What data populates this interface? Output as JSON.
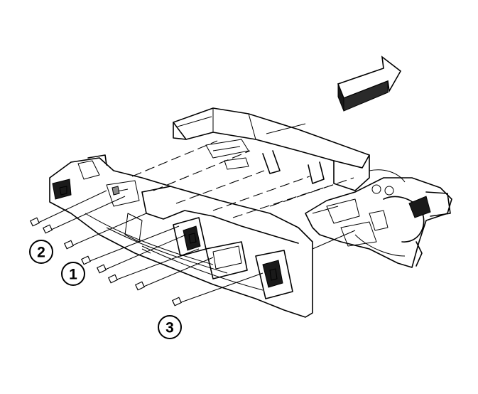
{
  "callouts": [
    {
      "id": "2",
      "label": "2"
    },
    {
      "id": "1",
      "label": "1"
    },
    {
      "id": "3",
      "label": "3"
    }
  ],
  "colors": {
    "line": "#000000",
    "background": "#ffffff",
    "arrow_fill": "#2a2a2a"
  },
  "icons": {
    "direction": "forward-arrow-icon"
  }
}
